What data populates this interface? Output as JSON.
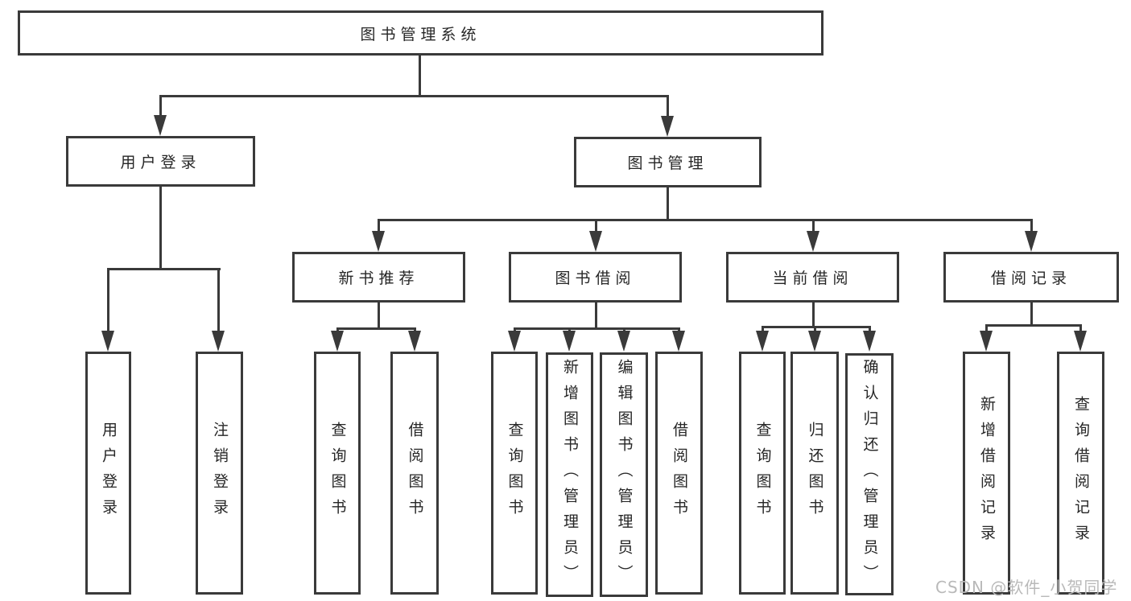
{
  "nodes": {
    "root": {
      "label": "图书管理系统"
    },
    "user_login": {
      "label": "用户登录"
    },
    "book_mgmt": {
      "label": "图书管理"
    },
    "new_books": {
      "label": "新书推荐"
    },
    "book_borrow": {
      "label": "图书借阅"
    },
    "current_borrow": {
      "label": "当前借阅"
    },
    "borrow_records": {
      "label": "借阅记录"
    },
    "login": {
      "label": "用户登录"
    },
    "logout": {
      "label": "注销登录"
    },
    "nb_query": {
      "label": "查询图书"
    },
    "nb_borrow": {
      "label": "借阅图书"
    },
    "bb_query": {
      "label": "查询图书"
    },
    "bb_add": {
      "label": "新增图书（管理员）"
    },
    "bb_edit": {
      "label": "编辑图书（管理员）"
    },
    "bb_borrow": {
      "label": "借阅图书"
    },
    "cb_query": {
      "label": "查询图书"
    },
    "cb_return": {
      "label": "归还图书"
    },
    "cb_confirm": {
      "label": "确认归还（管理员）"
    },
    "br_add": {
      "label": "新增借阅记录"
    },
    "br_query": {
      "label": "查询借阅记录"
    }
  },
  "watermark": {
    "text": "CSDN @软件_小贺同学"
  },
  "colors": {
    "line": "#3a3a3a",
    "text": "#262626",
    "watermark": "#b9b9b9",
    "background": "#ffffff"
  }
}
